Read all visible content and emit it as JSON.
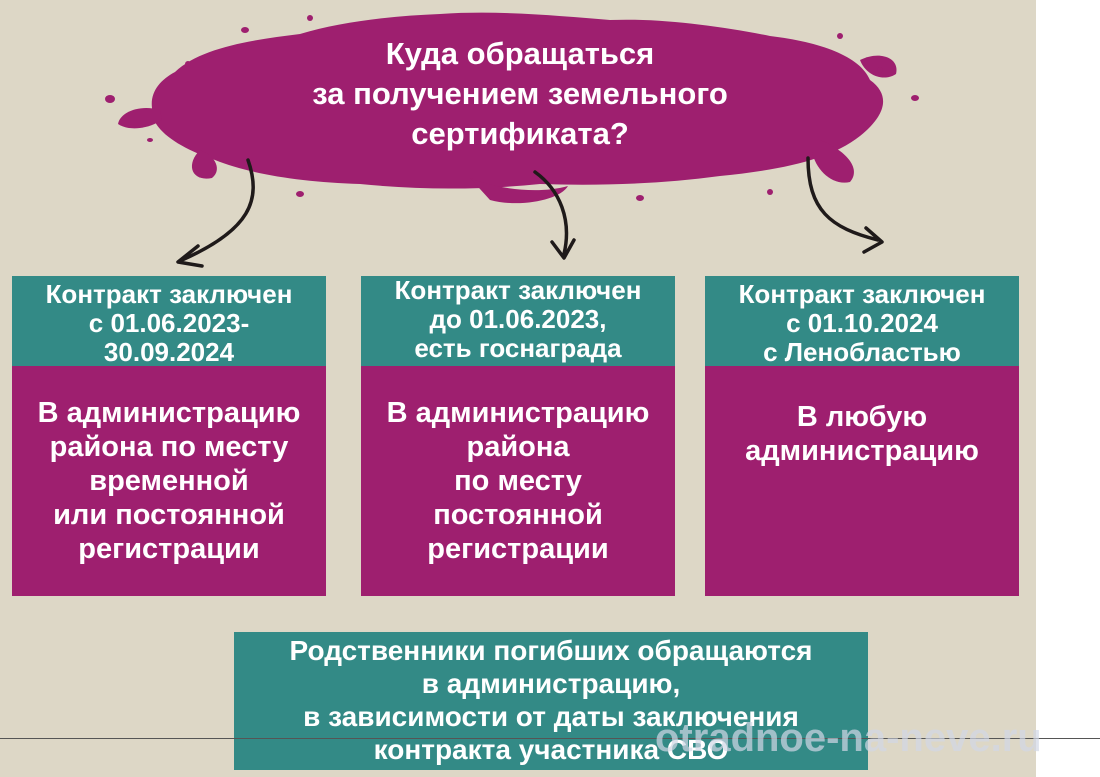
{
  "title": {
    "line1": "Куда обращаться",
    "line2": "за получением земельного",
    "line3": "сертификата?"
  },
  "cards": [
    {
      "head": [
        "Контракт заключен",
        "с 01.06.2023-",
        "30.09.2024"
      ],
      "body": [
        "В администрацию",
        "района по месту",
        "временной",
        "или постоянной",
        "регистрации"
      ]
    },
    {
      "head": [
        "Контракт заключен",
        "до 01.06.2023,",
        "есть госнаграда"
      ],
      "body": [
        "В администрацию",
        "района",
        "по месту",
        "постоянной",
        "регистрации"
      ]
    },
    {
      "head": [
        "Контракт заключен",
        "с 01.10.2024",
        "с Ленобластью"
      ],
      "body": [
        "В любую",
        "администрацию"
      ]
    }
  ],
  "note": {
    "lines": [
      "Родственники погибших обращаются",
      "в администрацию,",
      "в зависимости от даты заключения",
      "контракта участника СВО"
    ]
  },
  "watermark": "otradnoe-na-neve.ru",
  "colors": {
    "background": "#ddd7c6",
    "teal": "#338a86",
    "magenta": "#9e1f6f",
    "arrow": "#1f1a1a"
  },
  "decor": {
    "title_backdrop": "ink-blot",
    "arrows": [
      "arrow-left",
      "arrow-center",
      "arrow-right"
    ]
  }
}
